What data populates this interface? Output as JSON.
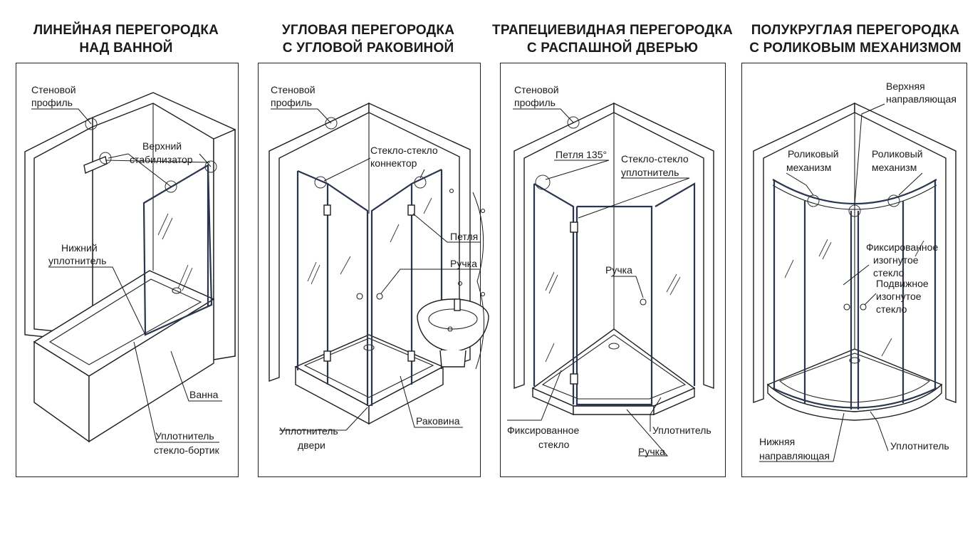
{
  "titles": [
    {
      "line1": "ЛИНЕЙНАЯ ПЕРЕГОРОДКА",
      "line2": "НАД ВАННОЙ"
    },
    {
      "line1": "УГЛОВАЯ ПЕРЕГОРОДКА",
      "line2": "С УГЛОВОЙ РАКОВИНОЙ"
    },
    {
      "line1": "ТРАПЕЦИЕВИДНАЯ ПЕРЕГОРОДКА",
      "line2": "С РАСПАШНОЙ ДВЕРЬЮ"
    },
    {
      "line1": "ПОЛУКРУГЛАЯ ПЕРЕГОРОДКА",
      "line2": "С РОЛИКОВЫМ МЕХАНИЗМОМ"
    }
  ],
  "p1": {
    "wall_profile": [
      "Стеновой",
      "профиль"
    ],
    "top_stabilizer": [
      "Верхний",
      "стабилизатор"
    ],
    "bottom_seal": [
      "Нижний",
      "уплотнитель"
    ],
    "bath": "Ванна",
    "glass_edge_seal": [
      "Уплотнитель",
      "стекло-бортик"
    ]
  },
  "p2": {
    "wall_profile": [
      "Стеновой",
      "профиль"
    ],
    "glass_connector": [
      "Стекло-стекло",
      "коннектор"
    ],
    "hinge": "Петля",
    "handle": "Ручка",
    "door_seal": [
      "Уплотнитель",
      "двери"
    ],
    "sink": "Раковина"
  },
  "p3": {
    "wall_profile": [
      "Стеновой",
      "профиль"
    ],
    "hinge135": "Петля 135°",
    "glass_seal": [
      "Стекло-стекло",
      "уплотнитель"
    ],
    "handle": "Ручка",
    "fixed_glass": [
      "Фиксированное",
      "стекло"
    ],
    "seal": "Уплотнитель",
    "handle_bottom": "Ручка"
  },
  "p4": {
    "top_rail": [
      "Верхняя",
      "направляющая"
    ],
    "roller_left": [
      "Роликовый",
      "механизм"
    ],
    "roller_right": [
      "Роликовый",
      "механизм"
    ],
    "fixed_curved": [
      "Фиксированное",
      "изогнутое",
      "стекло"
    ],
    "moving_curved": [
      "Подвижное",
      "изогнутое",
      "стекло"
    ],
    "bottom_rail": [
      "Нижняя",
      "направляющая"
    ],
    "seal": "Уплотнитель"
  }
}
